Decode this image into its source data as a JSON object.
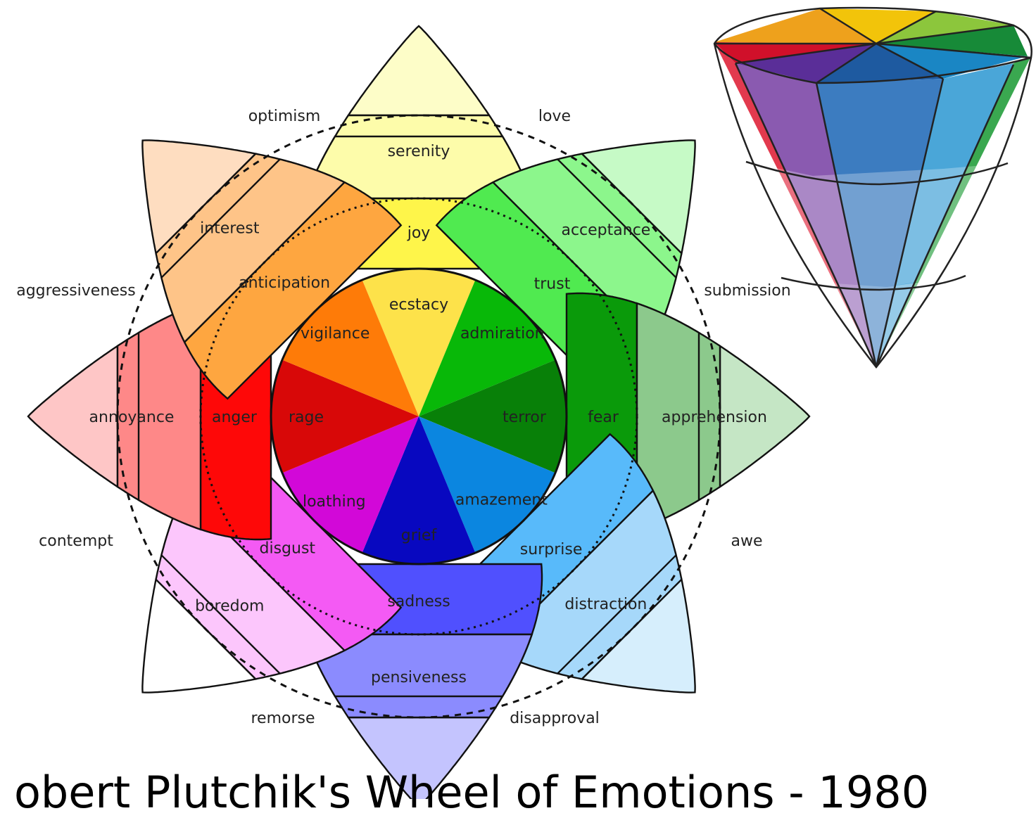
{
  "caption": "obert Plutchik's Wheel of Emotions - 1980",
  "petals": [
    {
      "emotions": [
        "serenity",
        "joy",
        "ecstacy"
      ],
      "colors": [
        "#fdfdc8",
        "#fdfcaa",
        "#fef54a",
        "#fde24a"
      ]
    },
    {
      "emotions": [
        "acceptance",
        "trust",
        "admiration"
      ],
      "colors": [
        "#c6fac6",
        "#8cf68c",
        "#50ea50",
        "#08b808"
      ]
    },
    {
      "emotions": [
        "apprehension",
        "fear",
        "terror"
      ],
      "colors": [
        "#c5e6c5",
        "#8cc98c",
        "#0a9a0a",
        "#088008"
      ]
    },
    {
      "emotions": [
        "distraction",
        "surprise",
        "amazement"
      ],
      "colors": [
        "#d6eefc",
        "#a6d8fa",
        "#58bafa",
        "#0b86e0"
      ]
    },
    {
      "emotions": [
        "pensiveness",
        "sadness",
        "grief"
      ],
      "colors": [
        "#c4c4fe",
        "#8b8bfe",
        "#5050fe",
        "#0808c0"
      ]
    },
    {
      "emotions": [
        "boredom",
        "disgust",
        "loathing"
      ],
      "colors": [
        "#ffffff",
        "#fcc6fc",
        "#f45af4",
        "#d208d8"
      ]
    },
    {
      "emotions": [
        "annoyance",
        "anger",
        "rage"
      ],
      "colors": [
        "#fec6c6",
        "#fe8888",
        "#fe0808",
        "#d80808"
      ]
    },
    {
      "emotions": [
        "interest",
        "anticipation",
        "vigilance"
      ],
      "colors": [
        "#feddc0",
        "#fec488",
        "#fea640",
        "#fe7b08"
      ]
    }
  ],
  "dyads": [
    "love",
    "submission",
    "awe",
    "disapproval",
    "remorse",
    "contempt",
    "aggressiveness",
    "optimism"
  ],
  "cone": {
    "colors": [
      "#f6c809",
      "#8cc84a",
      "#0a8a3a",
      "#1e88c8",
      "#1e64a8",
      "#6a3aa0",
      "#d8102a",
      "#f0a020"
    ]
  }
}
